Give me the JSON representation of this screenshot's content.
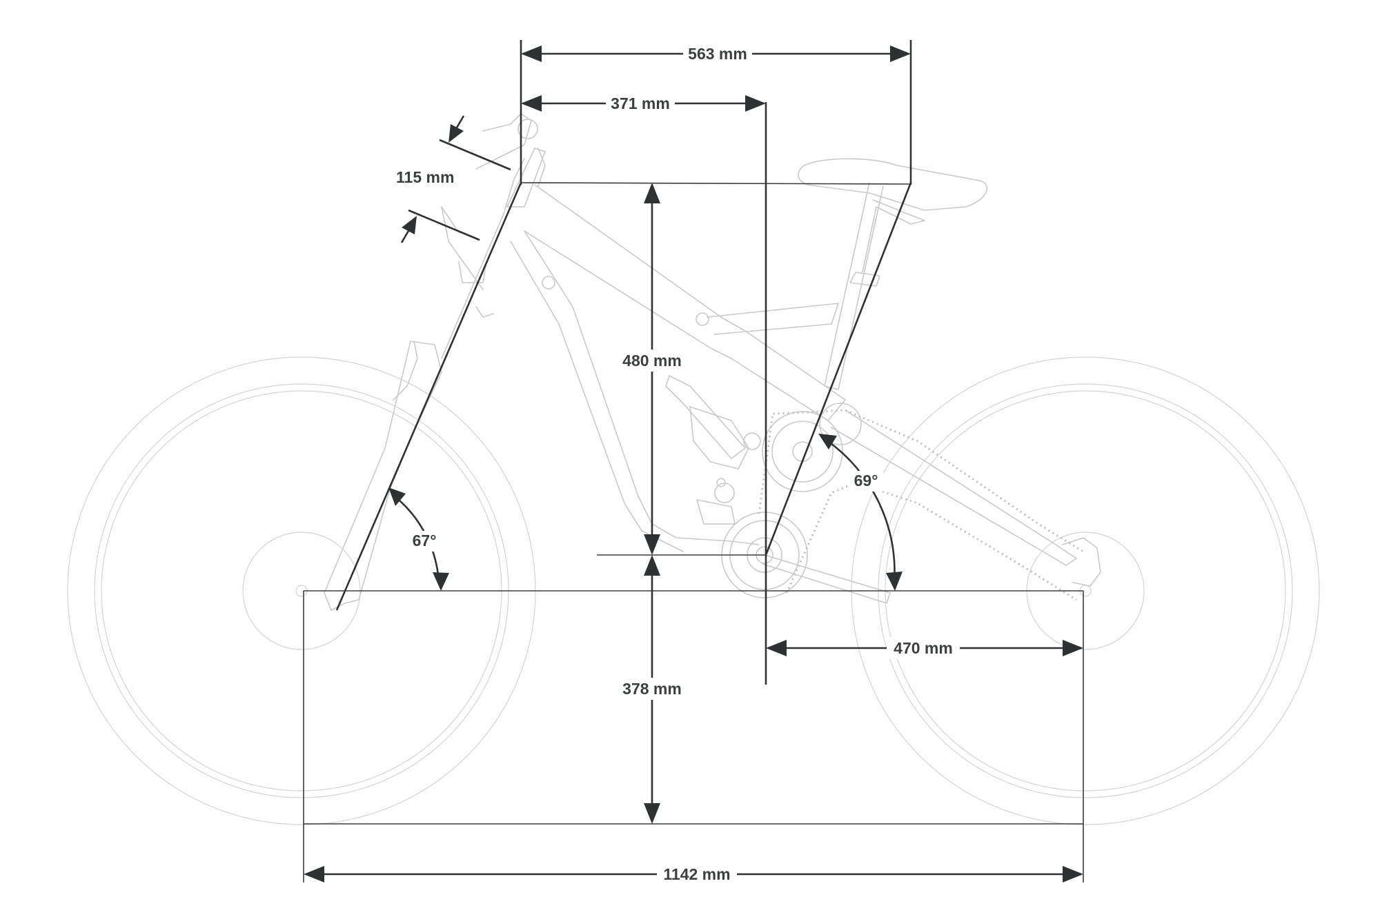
{
  "labels": {
    "reach_to_seat": "563 mm",
    "reach": "371 mm",
    "head_tube": "115 mm",
    "stack": "480 mm",
    "bb_height": "378 mm",
    "chainstay": "470 mm",
    "wheelbase": "1142 mm",
    "head_angle": "67°",
    "seat_angle": "69°"
  },
  "colors": {
    "dimension": "#2f3233",
    "bike_outline": "#c9c9c9",
    "label_text": "#3c3f40"
  }
}
